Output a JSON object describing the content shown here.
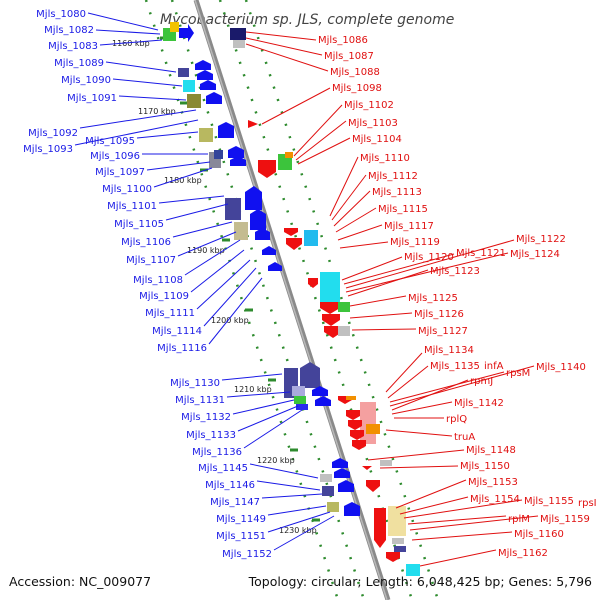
{
  "title": "Mycobacterium sp. JLS, complete genome",
  "footer": {
    "accession": "Accession: NC_009077",
    "summary": "Topology: circular; Length: 6,048,425 bp; Genes: 5,796"
  },
  "ticks": [
    "1160 kbp",
    "1170 kbp",
    "1180 kbp",
    "1190 kbp",
    "1200 kbp",
    "1210 kbp",
    "1220 kbp",
    "1230 kbp"
  ],
  "left_labels": [
    "Mjls_1080",
    "Mjls_1082",
    "Mjls_1083",
    "Mjls_1089",
    "Mjls_1090",
    "Mjls_1091",
    "Mjls_1092",
    "Mjls_1095",
    "Mjls_1093",
    "Mjls_1096",
    "Mjls_1097",
    "Mjls_1100",
    "Mjls_1101",
    "Mjls_1105",
    "Mjls_1106",
    "Mjls_1107",
    "Mjls_1108",
    "Mjls_1109",
    "Mjls_1111",
    "Mjls_1114",
    "Mjls_1116",
    "Mjls_1130",
    "Mjls_1131",
    "Mjls_1132",
    "Mjls_1133",
    "Mjls_1136",
    "Mjls_1145",
    "Mjls_1146",
    "Mjls_1147",
    "Mjls_1149",
    "Mjls_1151",
    "Mjls_1152"
  ],
  "right_labels": [
    "Mjls_1086",
    "Mjls_1087",
    "Mjls_1088",
    "Mjls_1098",
    "Mjls_1102",
    "Mjls_1103",
    "Mjls_1104",
    "Mjls_1110",
    "Mjls_1112",
    "Mjls_1113",
    "Mjls_1115",
    "Mjls_1117",
    "Mjls_1119",
    "Mjls_1120",
    "Mjls_1121",
    "Mjls_1122",
    "Mjls_1124",
    "Mjls_1123",
    "Mjls_1125",
    "Mjls_1126",
    "Mjls_1127",
    "Mjls_1134",
    "Mjls_1135",
    "infA",
    "rpsM",
    "Mjls_1140",
    "rpmJ",
    "Mjls_1142",
    "rplQ",
    "truA",
    "Mjls_1148",
    "Mjls_1150",
    "Mjls_1153",
    "Mjls_1154",
    "Mjls_1155",
    "rpsI",
    "rplM",
    "Mjls_1159",
    "Mjls_1160",
    "Mjls_1162"
  ],
  "colors": {
    "blue_label": "#1a1ae6",
    "red_label": "#e01010",
    "backbone": "#888888",
    "tick": "#2e8b2e"
  }
}
